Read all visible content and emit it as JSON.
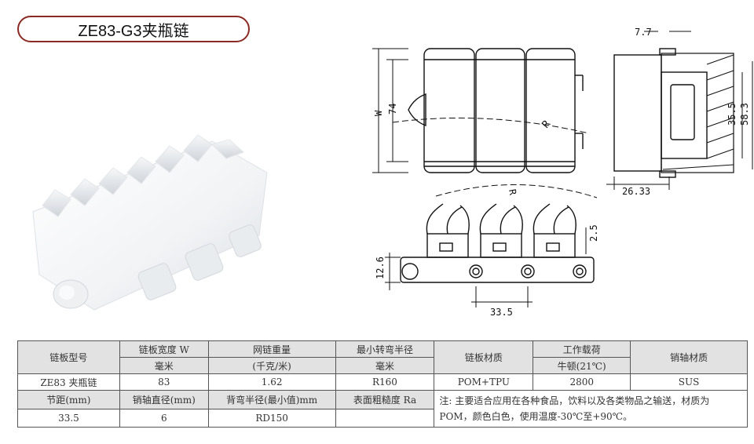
{
  "title": "ZE83-G3夹瓶链",
  "drawing": {
    "dim_w": "W",
    "dim_74": "74",
    "dim_r": "R",
    "dim_7_7": "7.7",
    "dim_26_33": "26.33",
    "dim_35_5": "35.5",
    "dim_58_3": "58.3",
    "dim_r_bottom": "R",
    "dim_2_5": "2.5",
    "dim_12_6": "12.6",
    "dim_33_5": "33.5"
  },
  "table": {
    "row1": {
      "model_label": "链板型号",
      "width_label": "链板宽度 W",
      "weight_label": "网链重量",
      "radius_label": "最小转弯半径",
      "material_label": "链板材质",
      "load_label": "工作载荷",
      "pin_material_label": "销轴材质"
    },
    "row2": {
      "width_unit": "毫米",
      "weight_unit": "(千克/米)",
      "radius_unit": "毫米",
      "load_unit": "牛顿(21℃)"
    },
    "row3": {
      "model": "ZE83 夹瓶链",
      "width": "83",
      "weight": "1.62",
      "radius": "R160",
      "material": "POM+TPU",
      "load": "2800",
      "pin_material": "SUS"
    },
    "row4": {
      "pitch_label": "节距(mm)",
      "pin_dia_label": "销轴直径(mm)",
      "back_radius_label": "背弯半径(最小值)mm",
      "roughness_label": "表面粗糙度 Ra",
      "note": "注: 主要适合应用在各种食品，饮料以及各类物品之输送，材质为POM，颜色白色，使用温度-30℃至+90℃。"
    },
    "row5": {
      "pitch": "33.5",
      "pin_dia": "6",
      "back_radius": "RD150",
      "roughness": ""
    }
  }
}
